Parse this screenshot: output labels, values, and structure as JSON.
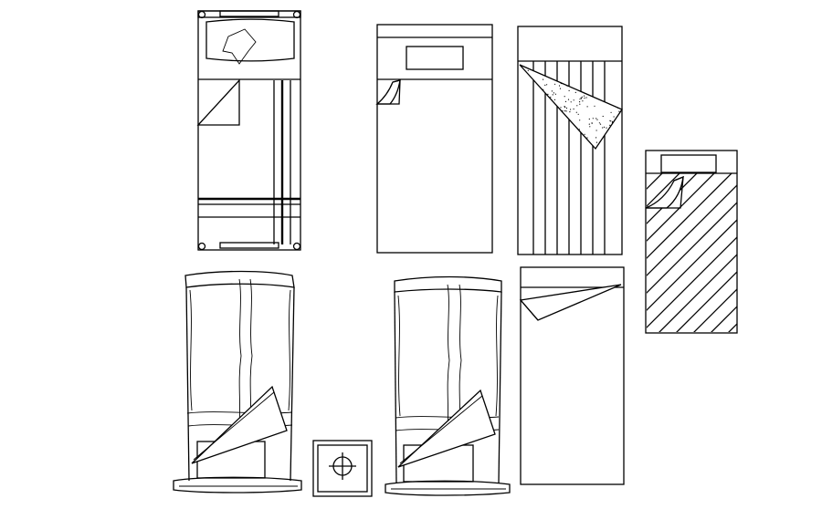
{
  "drawing": {
    "kind": "CAD single bed blocks (plan and elevation)",
    "background": "#ffffff",
    "line_color": "#000000",
    "items": [
      "bed-plan-pillow-striped-sheet",
      "bed-plan-plain-folded-corner",
      "bed-plan-striped-dotted-fold",
      "bed-plan-hatched-small",
      "bed-elevation-left",
      "nightstand-plan",
      "bed-elevation-right",
      "bed-plan-diagonal-fold"
    ]
  }
}
